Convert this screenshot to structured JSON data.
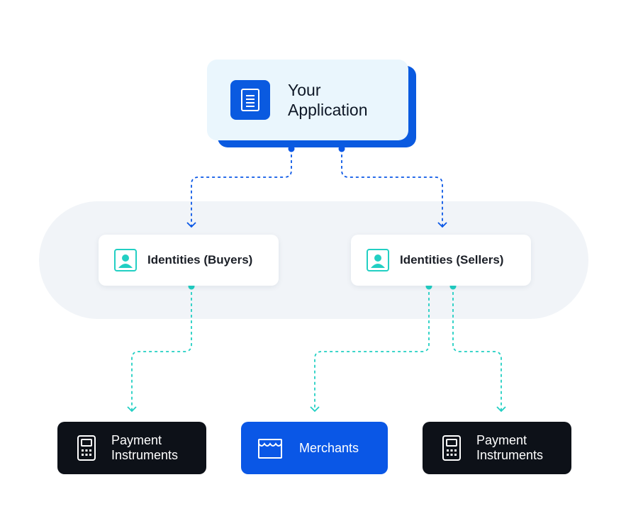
{
  "diagram": {
    "root": {
      "label": "Your\nApplication",
      "icon": "document-icon"
    },
    "identities": [
      {
        "id": "buyers",
        "label": "Identities (Buyers)",
        "icon": "identity-card-icon"
      },
      {
        "id": "sellers",
        "label": "Identities (Sellers)",
        "icon": "identity-card-icon"
      }
    ],
    "leaves": [
      {
        "id": "payment-buyers",
        "label": "Payment\nInstruments",
        "icon": "card-terminal-icon",
        "style": "dark"
      },
      {
        "id": "merchants",
        "label": "Merchants",
        "icon": "storefront-icon",
        "style": "blue"
      },
      {
        "id": "payment-sellers",
        "label": "Payment\nInstruments",
        "icon": "card-terminal-icon",
        "style": "dark"
      }
    ],
    "edges": [
      {
        "from": "root",
        "to": "buyers",
        "color": "#0a57e6"
      },
      {
        "from": "root",
        "to": "sellers",
        "color": "#0a57e6"
      },
      {
        "from": "buyers",
        "to": "payment-buyers",
        "color": "#22cfc3"
      },
      {
        "from": "sellers",
        "to": "merchants",
        "color": "#22cfc3"
      },
      {
        "from": "sellers",
        "to": "payment-sellers",
        "color": "#22cfc3"
      }
    ]
  },
  "colors": {
    "primary_blue": "#0a57e6",
    "teal": "#22cfc3",
    "dark": "#0d1118",
    "band": "#f1f4f8",
    "app_card": "#eaf6fd"
  }
}
